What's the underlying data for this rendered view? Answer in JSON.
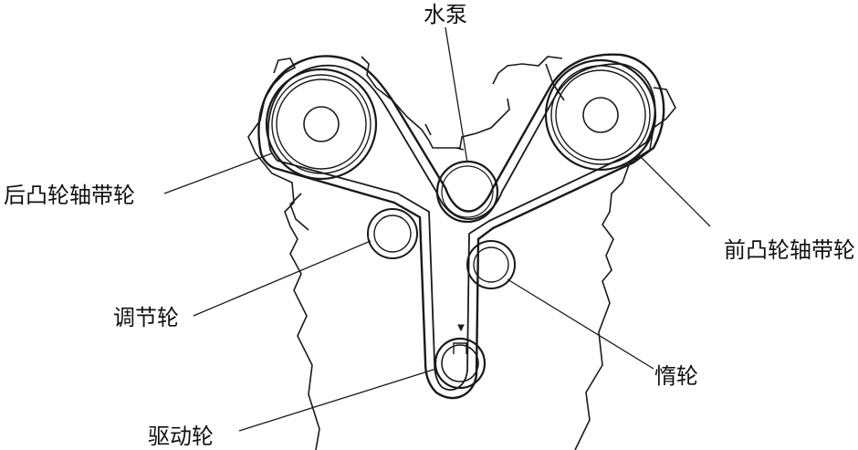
{
  "labels": {
    "water_pump": "水泵",
    "rear_cam_pulley": "后凸轮轴带轮",
    "front_cam_pulley": "前凸轮轴带轮",
    "adjuster_pulley": "调节轮",
    "idler_pulley": "惰轮",
    "drive_pulley": "驱动轮"
  },
  "colors": {
    "ink": "#1a1a1a",
    "background": "#ffffff"
  }
}
